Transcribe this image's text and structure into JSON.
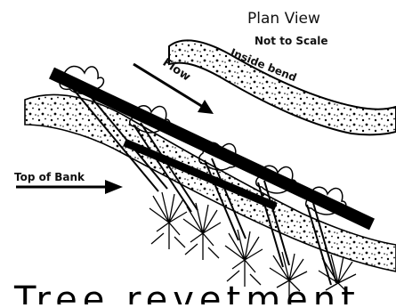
{
  "title": "Plan View",
  "subtitle": "Not to Scale",
  "labels": {
    "inside_bend": "Inside bend",
    "flow": "Flow",
    "top_of_bank": "Top of Bank"
  },
  "bottom_caption": "Tree revetment",
  "colors": {
    "ink": "#000000",
    "paper": "#ffffff"
  }
}
